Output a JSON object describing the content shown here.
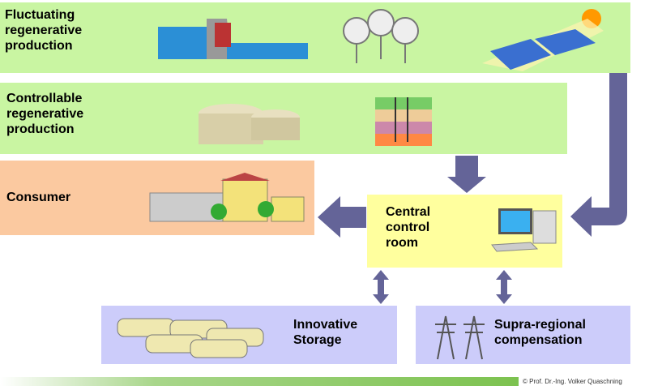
{
  "boxes": {
    "fluctuating": "Fluctuating\nregenerative\nproduction",
    "controllable": "Controllable\nregenerative\nproduction",
    "consumer": "Consumer",
    "central": "Central\ncontrol\nroom",
    "storage": "Innovative\nStorage",
    "supra": "Supra-regional\ncompensation"
  },
  "footer": {
    "credit": "© Prof. Dr.-Ing. Volker Quaschning"
  },
  "colors": {
    "green": "#c9f5a2",
    "orange": "#fbc9a0",
    "yellow": "#ffff9e",
    "lavender": "#ccccfa",
    "arrow": "#646498"
  }
}
